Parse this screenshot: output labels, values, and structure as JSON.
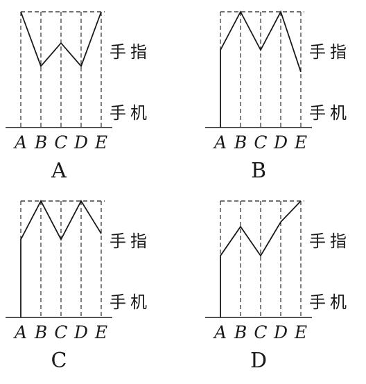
{
  "ticks": [
    "A",
    "B",
    "C",
    "D",
    "E"
  ],
  "side_labels": {
    "finger": "手指",
    "phone": "手机"
  },
  "colors": {
    "ink": "#1a1a1a",
    "background": "#ffffff"
  },
  "panels": [
    {
      "label": "A",
      "profile": [
        1.0,
        0.53,
        0.73,
        0.53,
        1.0
      ],
      "start_on_baseline": false
    },
    {
      "label": "B",
      "profile": [
        0.67,
        1.0,
        0.67,
        1.0,
        0.48
      ],
      "start_on_baseline": true
    },
    {
      "label": "C",
      "profile": [
        0.67,
        1.0,
        0.67,
        1.0,
        0.72
      ],
      "start_on_baseline": true
    },
    {
      "label": "D",
      "profile": [
        0.53,
        0.78,
        0.53,
        0.82,
        1.0
      ],
      "start_on_baseline": true
    }
  ]
}
